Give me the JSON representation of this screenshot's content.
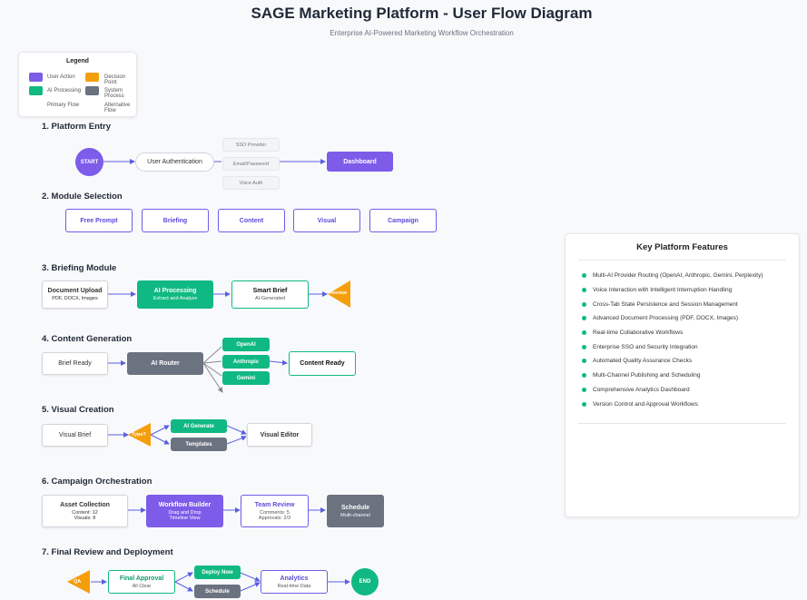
{
  "header": {
    "title": "SAGE Marketing Platform - User Flow Diagram",
    "subtitle": "Enterprise AI-Powered Marketing Workflow Orchestration"
  },
  "legend": {
    "title": "Legend",
    "items": [
      {
        "label": "User Action",
        "color": "#7c5ce9"
      },
      {
        "label": "Decision Point",
        "color": "#f59e0b"
      },
      {
        "label": "AI Processing",
        "color": "#10b981"
      },
      {
        "label": "System Process",
        "color": "#6b7280"
      }
    ],
    "primary": "Primary Flow",
    "alternative": "Alternative Flow"
  },
  "sections": {
    "entry": {
      "title": "1. Platform Entry",
      "start": "START",
      "auth": "User Authentication",
      "methods": [
        "SSO Provider",
        "Email/Password",
        "Voice Auth"
      ],
      "dashboard": "Dashboard"
    },
    "modules": {
      "title": "2. Module Selection",
      "items": [
        "Free Prompt",
        "Briefing",
        "Content",
        "Visual",
        "Campaign"
      ]
    },
    "briefing": {
      "title": "3. Briefing Module",
      "upload": "Document Upload",
      "upload_sub": "PDF, DOCX, Images",
      "ai": "AI Processing",
      "ai_sub": "Extract and Analyze",
      "brief": "Smart Brief",
      "brief_sub": "AI-Generated",
      "review": "Review"
    },
    "content": {
      "title": "4. Content Generation",
      "brief_ready": "Brief Ready",
      "router": "AI Router",
      "providers": [
        "OpenAI",
        "Anthropic",
        "Gemini"
      ],
      "ready": "Content Ready"
    },
    "visual": {
      "title": "5. Visual Creation",
      "brief": "Visual Brief",
      "decision": "Type?",
      "ai_generate": "AI Generate",
      "templates": "Templates",
      "editor": "Visual Editor"
    },
    "campaign": {
      "title": "6. Campaign Orchestration",
      "asset": "Asset Collection",
      "asset_sub1": "Content: 12",
      "asset_sub2": "Visuals: 8",
      "workflow": "Workflow Builder",
      "workflow_sub1": "Drag and Drop",
      "workflow_sub2": "Timeline View",
      "team": "Team Review",
      "team_sub1": "Comments: 5",
      "team_sub2": "Approvals: 2/3",
      "schedule": "Schedule",
      "schedule_sub": "Multi-channel"
    },
    "final": {
      "title": "7. Final Review and Deployment",
      "qa": "QA",
      "approval": "Final Approval",
      "approval_sub": "All Clear",
      "deploy": "Deploy Now",
      "schedule": "Schedule",
      "analytics": "Analytics",
      "analytics_sub": "Real-time Data",
      "end": "END"
    }
  },
  "features": {
    "title": "Key Platform Features",
    "items": [
      "Multi-AI Provider Routing (OpenAI, Anthropic, Gemini, Perplexity)",
      "Voice Interaction with Intelligent Interruption Handling",
      "Cross-Tab State Persistence and Session Management",
      "Advanced Document Processing (PDF, DOCX, Images)",
      "Real-time Collaborative Workflows",
      "Enterprise SSO and Security Integration",
      "Automated Quality Assurance Checks",
      "Multi-Channel Publishing and Scheduling",
      "Comprehensive Analytics Dashboard",
      "Version Control and Approval Workflows"
    ]
  }
}
